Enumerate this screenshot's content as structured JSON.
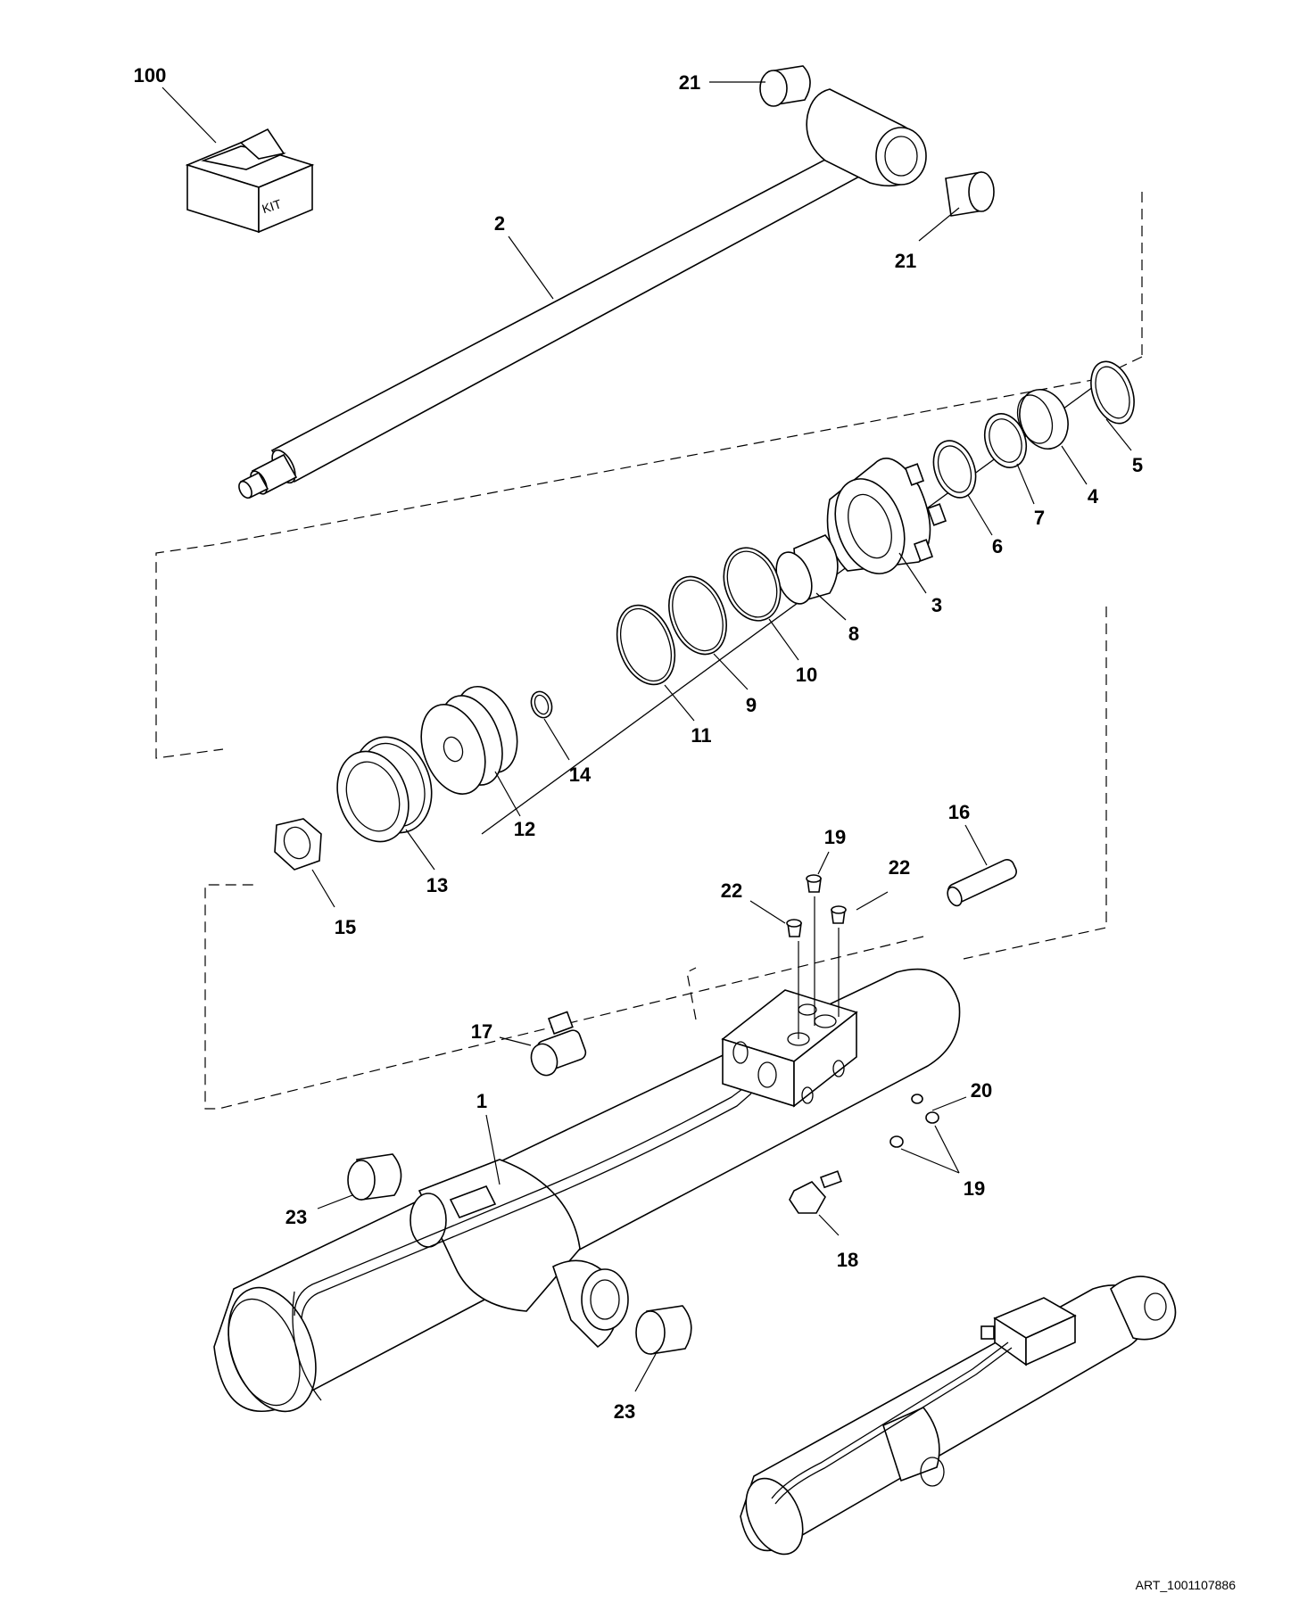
{
  "diagram": {
    "callouts": [
      {
        "id": "c100",
        "label": "100"
      },
      {
        "id": "c21a",
        "label": "21"
      },
      {
        "id": "c21b",
        "label": "21"
      },
      {
        "id": "c2",
        "label": "2"
      },
      {
        "id": "c5",
        "label": "5"
      },
      {
        "id": "c4",
        "label": "4"
      },
      {
        "id": "c7",
        "label": "7"
      },
      {
        "id": "c6",
        "label": "6"
      },
      {
        "id": "c3",
        "label": "3"
      },
      {
        "id": "c8",
        "label": "8"
      },
      {
        "id": "c10",
        "label": "10"
      },
      {
        "id": "c9",
        "label": "9"
      },
      {
        "id": "c11",
        "label": "11"
      },
      {
        "id": "c14",
        "label": "14"
      },
      {
        "id": "c12",
        "label": "12"
      },
      {
        "id": "c13",
        "label": "13"
      },
      {
        "id": "c15",
        "label": "15"
      },
      {
        "id": "c16",
        "label": "16"
      },
      {
        "id": "c19a",
        "label": "19"
      },
      {
        "id": "c22a",
        "label": "22"
      },
      {
        "id": "c22b",
        "label": "22"
      },
      {
        "id": "c17",
        "label": "17"
      },
      {
        "id": "c20",
        "label": "20"
      },
      {
        "id": "c1",
        "label": "1"
      },
      {
        "id": "c19b",
        "label": "19"
      },
      {
        "id": "c23a",
        "label": "23"
      },
      {
        "id": "c18",
        "label": "18"
      },
      {
        "id": "c23b",
        "label": "23"
      }
    ],
    "kit_box_text": "KIT",
    "art_number": "ART_1001107886"
  }
}
